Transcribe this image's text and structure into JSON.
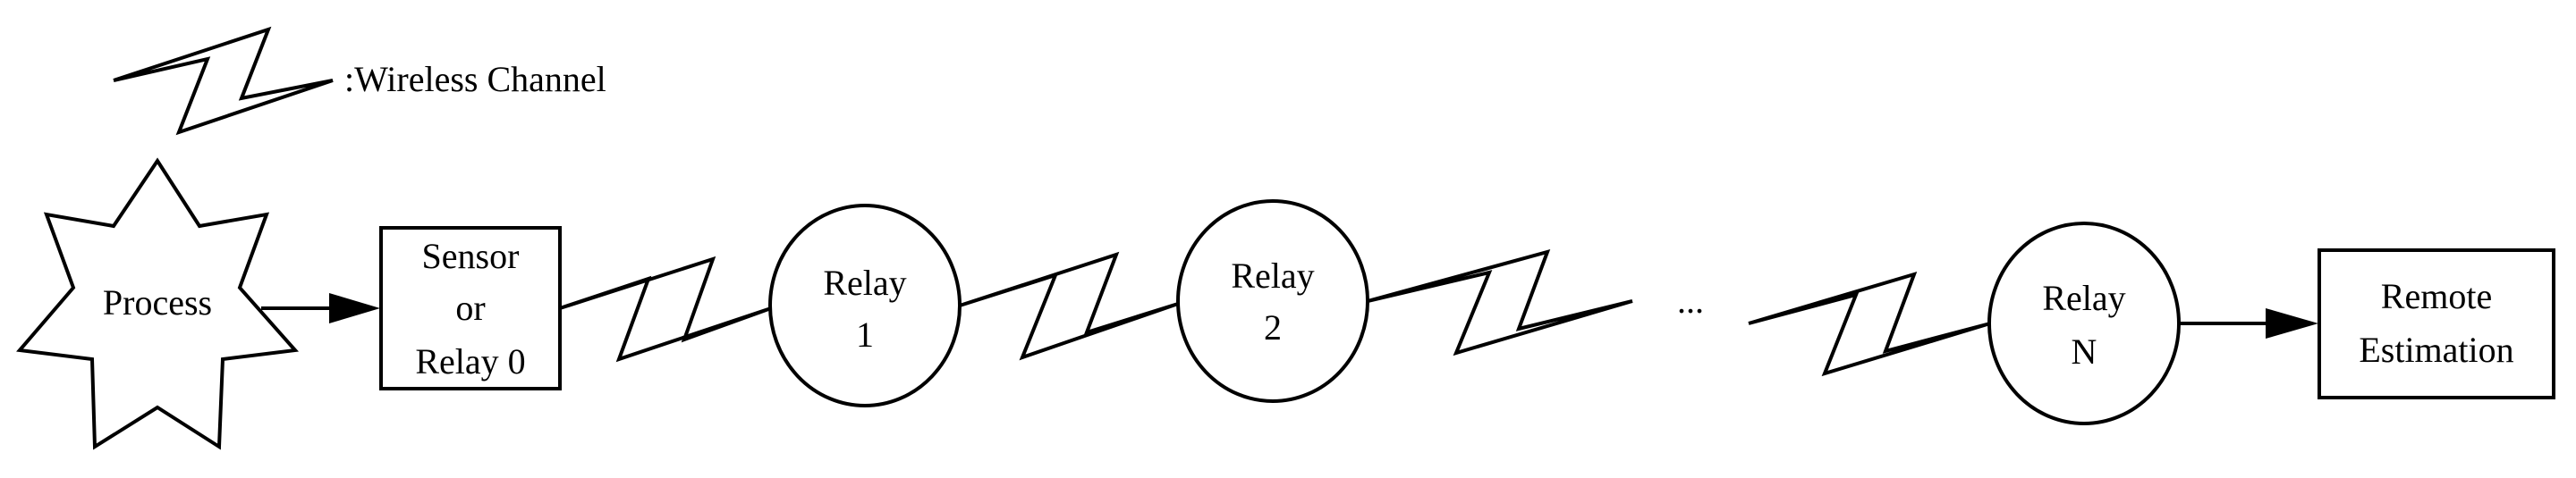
{
  "legend": {
    "label": ":Wireless Channel",
    "icon": "lightning-wireless-icon"
  },
  "nodes": {
    "process": {
      "label": "Process"
    },
    "sensor": {
      "lines": [
        "Sensor",
        "or",
        "Relay 0"
      ]
    },
    "relay1": {
      "lines": [
        "Relay",
        "1"
      ]
    },
    "relay2": {
      "lines": [
        "Relay",
        "2"
      ]
    },
    "ellipsis": {
      "label": "..."
    },
    "relayN": {
      "lines": [
        "Relay",
        "N"
      ]
    },
    "remote": {
      "lines": [
        "Remote",
        "Estimation"
      ]
    }
  },
  "colors": {
    "stroke": "#000000",
    "fill": "#ffffff"
  }
}
